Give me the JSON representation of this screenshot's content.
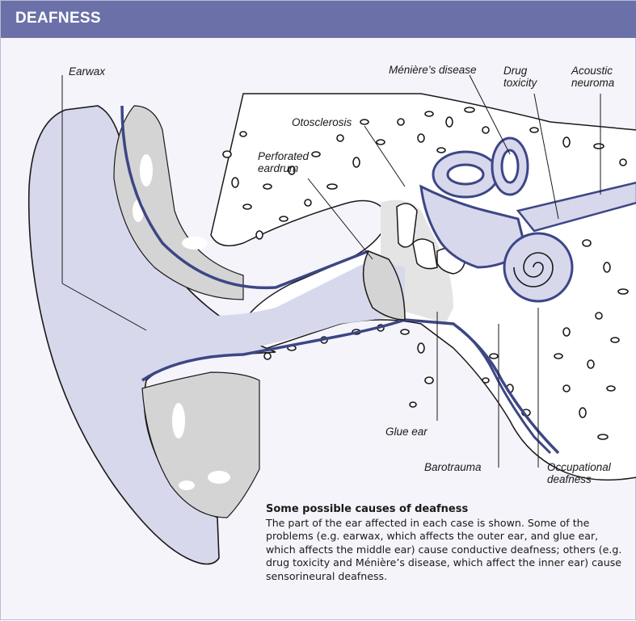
{
  "header": {
    "title": "DEAFNESS"
  },
  "labels": {
    "earwax": "Earwax",
    "menieres": "Ménière’s disease",
    "drug_line1": "Drug",
    "drug_line2": "toxicity",
    "acoustic_line1": "Acoustic",
    "acoustic_line2": "neuroma",
    "otosclerosis": "Otosclerosis",
    "perforated_line1": "Perforated",
    "perforated_line2": "eardrum",
    "glue_ear": "Glue ear",
    "barotrauma": "Barotrauma",
    "occupational_line1": "Occupational",
    "occupational_line2": "deafness"
  },
  "caption": {
    "title": "Some possible causes of deafness",
    "body": "The part of the ear affected in each case is shown. Some of the problems (e.g. earwax, which affects the outer ear, and glue ear, which affects the middle ear) cause conductive deafness; others (e.g. drug toxicity and Ménière’s disease, which affect the inner ear) cause sensorineural deafness."
  },
  "colors": {
    "header": "#6b71a8",
    "ear_fill": "#d7d8ec",
    "canal_line": "#3d4685",
    "cartilage": "#d4d4d4",
    "bone": "#ffffff",
    "panel": "#f4f4fa"
  }
}
